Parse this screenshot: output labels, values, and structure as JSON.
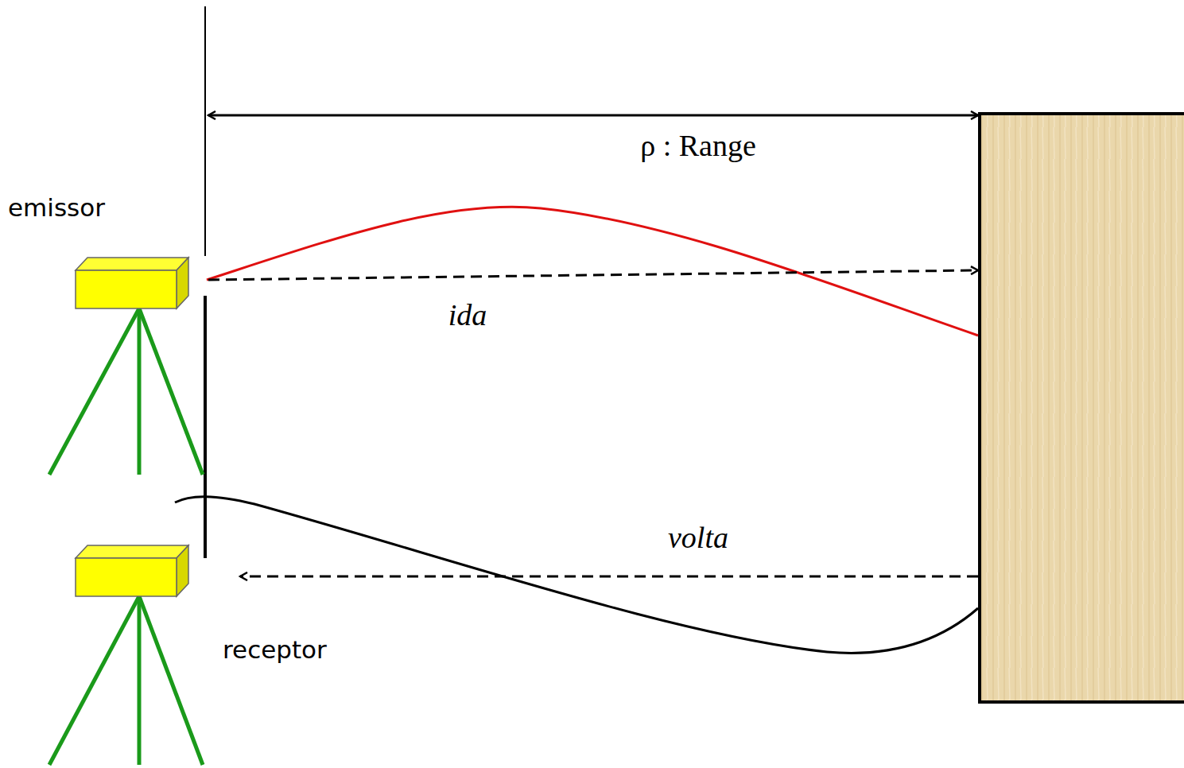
{
  "diagram": {
    "labels": [
      "ρ : Range",
      "emissor",
      "ida",
      "volta",
      "receptor"
    ]
  }
}
